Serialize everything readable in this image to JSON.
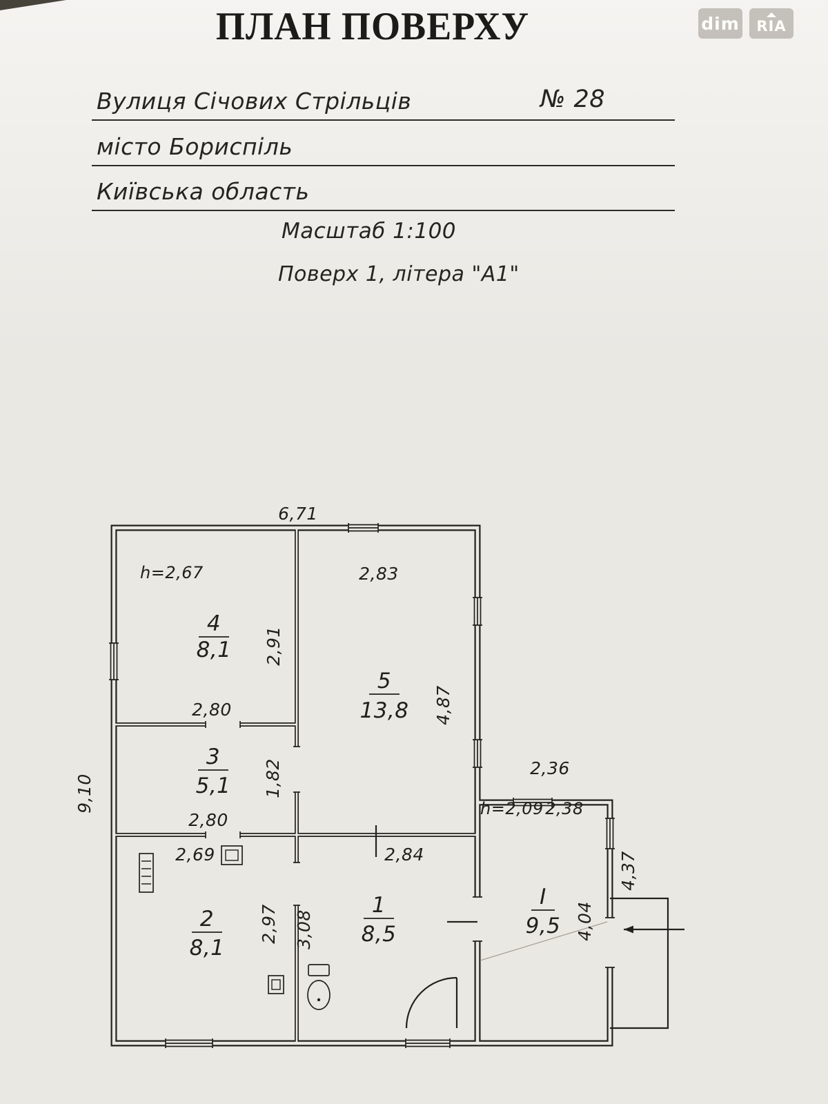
{
  "watermark": {
    "dim": "dim",
    "ria": "RIA"
  },
  "header": {
    "title": "ПЛАН ПОВЕРХУ",
    "street_label": "Вулиця Січових Стрільців",
    "house_number": "№ 28",
    "city": "місто Бориспіль",
    "region": "Київська область",
    "scale": "Масштаб 1:100",
    "floor_note": "Поверх 1, літера \"А1\""
  },
  "plan": {
    "overall_width": "6,71",
    "overall_height": "9,10",
    "rooms": {
      "r4": {
        "num": "4",
        "area": "8,1",
        "h": "h=2,67",
        "w": "2,80",
        "d": "2,91"
      },
      "r5": {
        "num": "5",
        "area": "13,8",
        "w": "2,83",
        "d": "4,87"
      },
      "r3": {
        "num": "3",
        "area": "5,1",
        "w": "2,80",
        "d": "1,82"
      },
      "r2": {
        "num": "2",
        "area": "8,1",
        "w": "2,69",
        "d": "2,97"
      },
      "r1": {
        "num": "1",
        "area": "8,5",
        "w": "2,84",
        "d": "3,08"
      },
      "rI": {
        "num": "I",
        "area": "9,5",
        "h": "h=2,09",
        "w_out": "2,36",
        "w_in": "2,38",
        "d_in": "4,04",
        "d_out": "4,37"
      }
    }
  }
}
